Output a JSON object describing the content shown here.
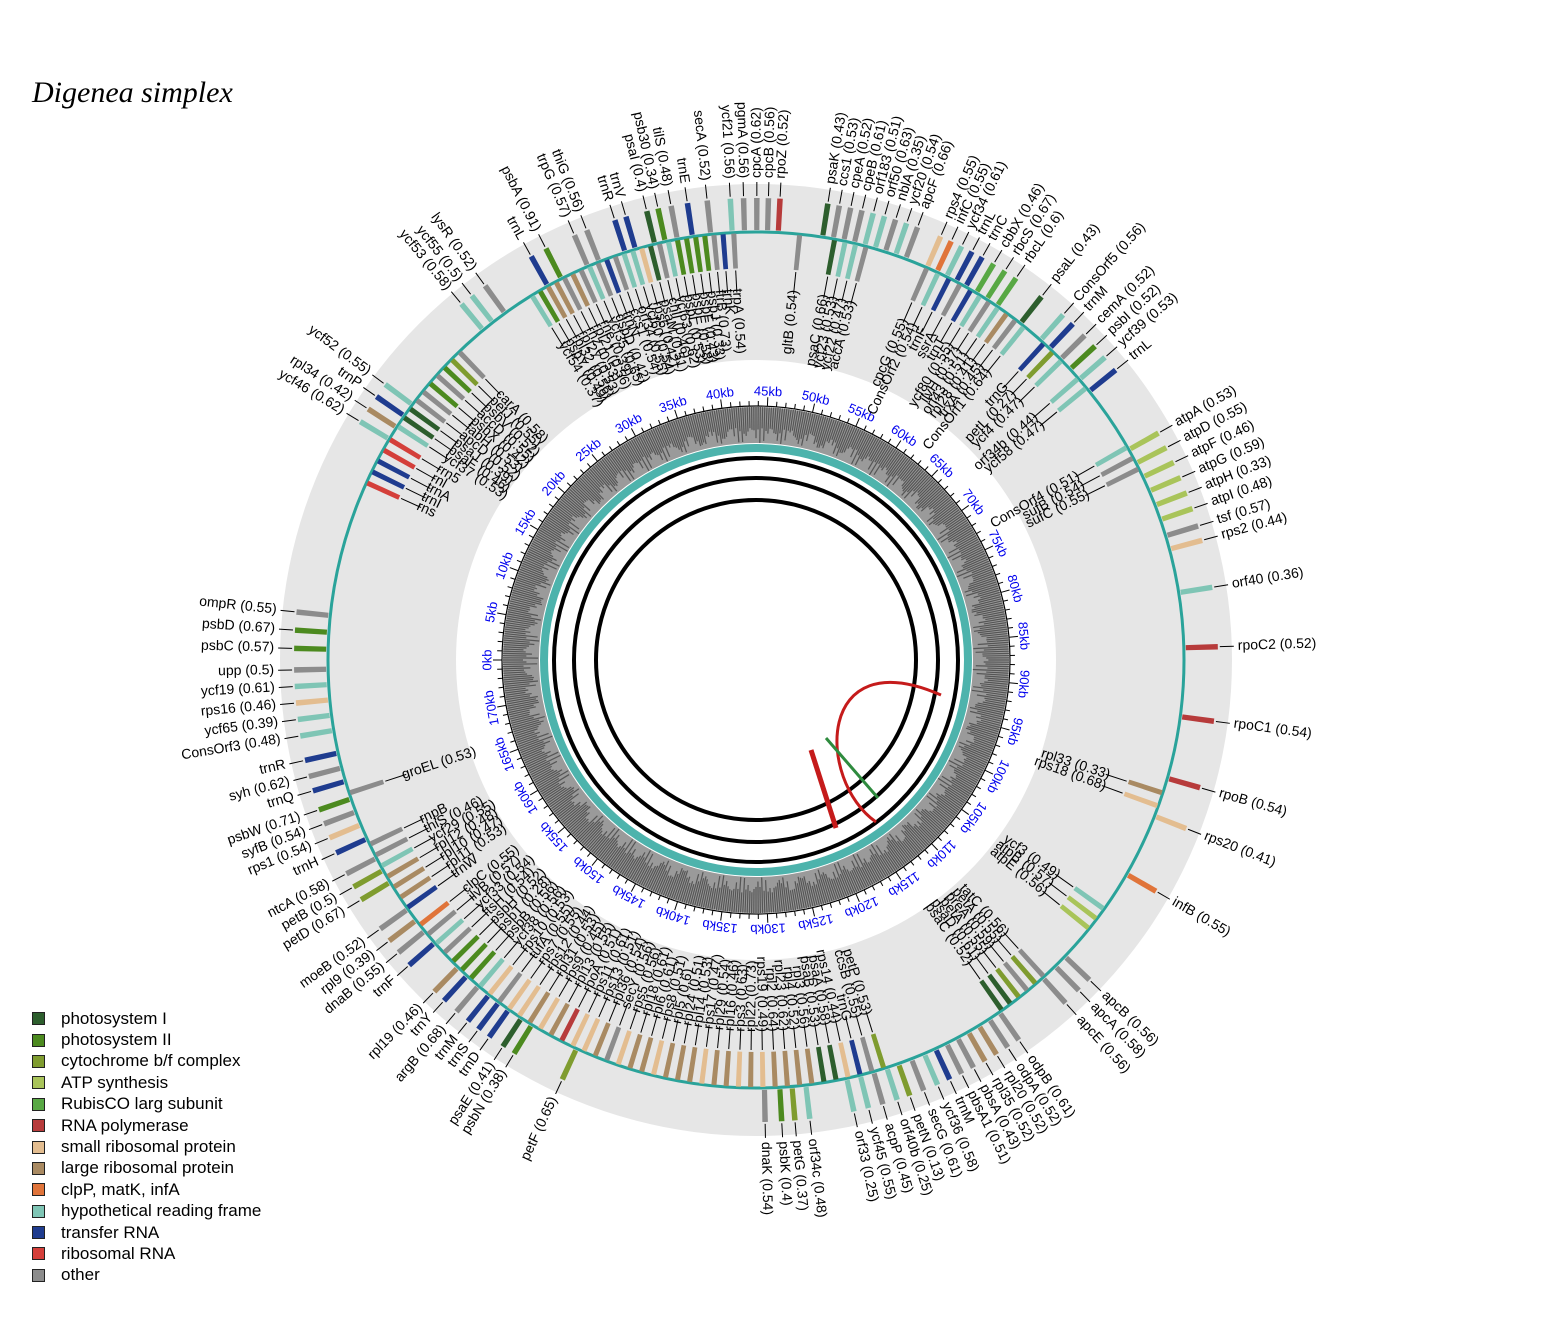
{
  "title": "Digenea simplex",
  "legend": [
    {
      "label": "photosystem I",
      "color": "#2d5e2d"
    },
    {
      "label": "photosystem II",
      "color": "#4c8a1f"
    },
    {
      "label": "cytochrome b/f complex",
      "color": "#7f9c2f"
    },
    {
      "label": "ATP synthesis",
      "color": "#a9c45a"
    },
    {
      "label": "RubisCO larg subunit",
      "color": "#58a844"
    },
    {
      "label": "RNA polymerase",
      "color": "#b73b3b"
    },
    {
      "label": "small ribosomal protein",
      "color": "#e3bd90"
    },
    {
      "label": "large ribosomal protein",
      "color": "#a98a62"
    },
    {
      "label": "clpP, matK, infA",
      "color": "#e0743a"
    },
    {
      "label": "hypothetical reading frame",
      "color": "#7fc5b5"
    },
    {
      "label": "transfer RNA",
      "color": "#1f3c8f"
    },
    {
      "label": "ribosomal RNA",
      "color": "#d43f3a"
    },
    {
      "label": "other",
      "color": "#8c8c8c"
    }
  ],
  "ticks": [
    "0kb",
    "5kb",
    "10kb",
    "15kb",
    "20kb",
    "25kb",
    "30kb",
    "35kb",
    "40kb",
    "45kb",
    "50kb",
    "55kb",
    "60kb",
    "65kb",
    "70kb",
    "75kb",
    "80kb",
    "85kb",
    "90kb",
    "95kb",
    "100kb",
    "105kb",
    "110kb",
    "115kb",
    "120kb",
    "125kb",
    "130kb",
    "135kb",
    "140kb",
    "145kb",
    "150kb",
    "155kb",
    "160kb",
    "165kb",
    "170kb"
  ],
  "genome_kb": 175,
  "outer_genes": [
    {
      "label": "rpoZ (0.52)",
      "kb": 45.2
    },
    {
      "label": "cpcB (0.56)",
      "kb": 44.5
    },
    {
      "label": "cpcA (0.62)",
      "kb": 43.8
    },
    {
      "label": "pgmA (0.56)",
      "kb": 43.0
    },
    {
      "label": "ycf21 (0.56)",
      "kb": 42.2
    },
    {
      "label": "secA (0.52)",
      "kb": 40.8
    },
    {
      "label": "trnE",
      "kb": 39.6
    },
    {
      "label": "tilS (0.48)",
      "kb": 38.6
    },
    {
      "label": "psb30 (0.34)",
      "kb": 37.8
    },
    {
      "label": "psaI (0.4)",
      "kb": 37.1
    },
    {
      "label": "trnV",
      "kb": 35.8
    },
    {
      "label": "trnR",
      "kb": 35.1
    },
    {
      "label": "thiG (0.56)",
      "kb": 33.3
    },
    {
      "label": "trpG (0.57)",
      "kb": 32.5
    },
    {
      "label": "psbA (0.91)",
      "kb": 30.6
    },
    {
      "label": "trnL",
      "kb": 29.6
    },
    {
      "label": "lysR (0.52)",
      "kb": 26.3
    },
    {
      "label": "ycf55 (0.5)",
      "kb": 25.3
    },
    {
      "label": "ycf53 (0.58)",
      "kb": 24.5
    },
    {
      "label": "ycf52 (0.55)",
      "kb": 17.8
    },
    {
      "label": "trnP",
      "kb": 16.9
    },
    {
      "label": "rpl34 (0.42)",
      "kb": 16.0
    },
    {
      "label": "ycf46 (0.62)",
      "kb": 15.1
    },
    {
      "label": "ompR (0.55)",
      "kb": 2.9
    },
    {
      "label": "psbD (0.67)",
      "kb": 1.8
    },
    {
      "label": "psbC (0.57)",
      "kb": 0.7
    },
    {
      "label": "upp (0.5)",
      "kb": 174.4
    },
    {
      "label": "ycf19 (0.61)",
      "kb": 173.4
    },
    {
      "label": "rps16 (0.46)",
      "kb": 172.4
    },
    {
      "label": "ycf65 (0.39)",
      "kb": 171.4
    },
    {
      "label": "ConsOrf3 (0.48)",
      "kb": 170.4
    },
    {
      "label": "trnR",
      "kb": 168.9
    },
    {
      "label": "syh (0.62)",
      "kb": 167.9
    },
    {
      "label": "trnQ",
      "kb": 167.0
    },
    {
      "label": "psbW (0.71)",
      "kb": 165.8
    },
    {
      "label": "syfB (0.54)",
      "kb": 164.9
    },
    {
      "label": "rps1 (0.54)",
      "kb": 164.0
    },
    {
      "label": "trnH",
      "kb": 163.0
    },
    {
      "label": "ntcA (0.58)",
      "kb": 161.6
    },
    {
      "label": "petB (0.5)",
      "kb": 160.7
    },
    {
      "label": "petD (0.67)",
      "kb": 159.8
    },
    {
      "label": "moeB (0.52)",
      "kb": 157.7
    },
    {
      "label": "rpl9 (0.39)",
      "kb": 156.8
    },
    {
      "label": "dnaB (0.55)",
      "kb": 155.9
    },
    {
      "label": "trnF",
      "kb": 154.9
    },
    {
      "label": "rpl19 (0.46)",
      "kb": 152.7
    },
    {
      "label": "trnY",
      "kb": 151.9
    },
    {
      "label": "argB (0.68)",
      "kb": 150.9
    },
    {
      "label": "trnM",
      "kb": 150.0
    },
    {
      "label": "trnS",
      "kb": 149.2
    },
    {
      "label": "trnD",
      "kb": 148.4
    },
    {
      "label": "psaE (0.41)",
      "kb": 147.4
    },
    {
      "label": "psbN (0.38)",
      "kb": 146.6
    },
    {
      "label": "petF (0.65)",
      "kb": 143.3
    },
    {
      "label": "dnaK (0.54)",
      "kb": 130.7
    },
    {
      "label": "psbK (0.4)",
      "kb": 129.7
    },
    {
      "label": "petG (0.37)",
      "kb": 128.9
    },
    {
      "label": "orf34c (0.48)",
      "kb": 128.0
    },
    {
      "label": "orf33 (0.25)",
      "kb": 125.3
    },
    {
      "label": "ycf45 (0.55)",
      "kb": 124.4
    },
    {
      "label": "acpP (0.45)",
      "kb": 123.5
    },
    {
      "label": "orf40b (0.25)",
      "kb": 122.6
    },
    {
      "label": "petN (0.13)",
      "kb": 121.8
    },
    {
      "label": "secG (0.61)",
      "kb": 120.9
    },
    {
      "label": "ycf36 (0.58)",
      "kb": 120.0
    },
    {
      "label": "trnM",
      "kb": 119.2
    },
    {
      "label": "pbsA1 (0.51)",
      "kb": 118.4
    },
    {
      "label": "pbsA (0.43)",
      "kb": 117.6
    },
    {
      "label": "rpl35 (0.52)",
      "kb": 116.8
    },
    {
      "label": "rpl20 (0.52)",
      "kb": 116.0
    },
    {
      "label": "odpA (0.52)",
      "kb": 115.2
    },
    {
      "label": "odpB (0.61)",
      "kb": 114.4
    },
    {
      "label": "apcE (0.56)",
      "kb": 110.8
    },
    {
      "label": "apcA (0.58)",
      "kb": 109.7
    },
    {
      "label": "apcB (0.56)",
      "kb": 108.8
    },
    {
      "label": "infB (0.55)",
      "kb": 102.1
    },
    {
      "label": "rps20 (0.41)",
      "kb": 97.9
    },
    {
      "label": "rpoB (0.54)",
      "kb": 95.3
    },
    {
      "label": "rpoC1 (0.54)",
      "kb": 91.2
    },
    {
      "label": "rpoC2 (0.52)",
      "kb": 86.7
    },
    {
      "label": "orf40 (0.36)",
      "kb": 83.1
    },
    {
      "label": "rps2 (0.44)",
      "kb": 80.2
    },
    {
      "label": "tsf (0.57)",
      "kb": 79.3
    },
    {
      "label": "atpI (0.48)",
      "kb": 78.2
    },
    {
      "label": "atpH (0.33)",
      "kb": 77.2
    },
    {
      "label": "atpG (0.59)",
      "kb": 76.2
    },
    {
      "label": "atpF (0.46)",
      "kb": 75.2
    },
    {
      "label": "atpD (0.55)",
      "kb": 74.2
    },
    {
      "label": "atpA (0.53)",
      "kb": 73.2
    },
    {
      "label": "trnL",
      "kb": 68.6
    },
    {
      "label": "ycf39 (0.53)",
      "kb": 67.6
    },
    {
      "label": "psbI (0.52)",
      "kb": 66.7
    },
    {
      "label": "cemA (0.52)",
      "kb": 65.8
    },
    {
      "label": "trnM",
      "kb": 64.8
    },
    {
      "label": "ConsOrf5 (0.56)",
      "kb": 64.0
    },
    {
      "label": "psaL (0.43)",
      "kb": 62.3
    },
    {
      "label": "rbcL (0.6)",
      "kb": 60.4
    },
    {
      "label": "rbcS (0.67)",
      "kb": 59.6
    },
    {
      "label": "cbbX (0.46)",
      "kb": 58.8
    },
    {
      "label": "trnC",
      "kb": 58.0
    },
    {
      "label": "trnL",
      "kb": 57.3
    },
    {
      "label": "ycf34 (0.61)",
      "kb": 56.6
    },
    {
      "label": "infC (0.55)",
      "kb": 55.9
    },
    {
      "label": "rps4 (0.55)",
      "kb": 55.2
    },
    {
      "label": "apcF (0.66)",
      "kb": 53.7
    },
    {
      "label": "ycf20 (0.54)",
      "kb": 53.0
    },
    {
      "label": "nblA (0.35)",
      "kb": 52.3
    },
    {
      "label": "orf50 (0.63)",
      "kb": 51.6
    },
    {
      "label": "orf183 (0.51)",
      "kb": 50.9
    },
    {
      "label": "cpeB (0.61)",
      "kb": 50.2
    },
    {
      "label": "cpeA (0.52)",
      "kb": 49.5
    },
    {
      "label": "ccs1 (0.53)",
      "kb": 48.8
    },
    {
      "label": "psaK (0.43)",
      "kb": 48.1
    }
  ],
  "inner_genes": [
    {
      "label": "trpA (0.54)",
      "kb": 42.3
    },
    {
      "label": "trnK",
      "kb": 41.6
    },
    {
      "label": "ftrB (0.73)",
      "kb": 41.0
    },
    {
      "label": "psbJ (0.33)",
      "kb": 40.4
    },
    {
      "label": "psbF (0.43)",
      "kb": 39.8
    },
    {
      "label": "psbE (0.58)",
      "kb": 39.2
    },
    {
      "label": "psbL (0.53)",
      "kb": 38.6
    },
    {
      "label": "ycf63 (0.62)",
      "kb": 38.0
    },
    {
      "label": "chlI (0.46)",
      "kb": 37.4
    },
    {
      "label": "psaM (0.51)",
      "kb": 36.8
    },
    {
      "label": "rps6 (0.42)",
      "kb": 36.2
    },
    {
      "label": "ycf60 (0.54)",
      "kb": 35.6
    },
    {
      "label": "orf34 (0.55)",
      "kb": 35.0
    },
    {
      "label": "ccs1 (0.54)",
      "kb": 34.4
    },
    {
      "label": "trnN",
      "kb": 33.8
    },
    {
      "label": "dsbD (0.42)",
      "kb": 33.2
    },
    {
      "label": "ycf35 (0.65)",
      "kb": 32.6
    },
    {
      "label": "rne (0.39)",
      "kb": 32.0
    },
    {
      "label": "rpl21 (0.56)",
      "kb": 31.4
    },
    {
      "label": "rnz (0.53)",
      "kb": 30.8
    },
    {
      "label": "rpl27 (0.53)",
      "kb": 30.2
    },
    {
      "label": "rpl32 (0.56)",
      "kb": 29.6
    },
    {
      "label": "psbY (0.49)",
      "kb": 29.0
    },
    {
      "label": "ycf54 (0.37)",
      "kb": 28.4
    },
    {
      "label": "carA (0.58)",
      "kb": 22.4
    },
    {
      "label": "petJ (0.55)",
      "kb": 21.7
    },
    {
      "label": "psbV (0.52)",
      "kb": 21.0
    },
    {
      "label": "accD (0.55)",
      "kb": 20.3
    },
    {
      "label": "psbX (0.42)",
      "kb": 19.6
    },
    {
      "label": "fabH (0.53)",
      "kb": 18.9
    },
    {
      "label": "apcD (0.52)",
      "kb": 18.2
    },
    {
      "label": "psaJ (0.39)",
      "kb": 17.5
    },
    {
      "label": "psaF (0.46)",
      "kb": 16.8
    },
    {
      "label": "ycf37 (0.53)",
      "kb": 16.1
    },
    {
      "label": "rrn5",
      "kb": 15.1
    },
    {
      "label": "rnl",
      "kb": 14.3
    },
    {
      "label": "trnA",
      "kb": 13.5
    },
    {
      "label": "trnI",
      "kb": 12.7
    },
    {
      "label": "rns",
      "kb": 11.9
    },
    {
      "label": "groEL (0.53)",
      "kb": 166.2
    },
    {
      "label": "rnpB",
      "kb": 162.6
    },
    {
      "label": "thiS (0.46)",
      "kb": 161.8
    },
    {
      "label": "ycf29 (0.55)",
      "kb": 161.0
    },
    {
      "label": "rpl12 (0.48)",
      "kb": 160.2
    },
    {
      "label": "rpl10 (0.47)",
      "kb": 159.4
    },
    {
      "label": "rpl11 (0.53)",
      "kb": 158.6
    },
    {
      "label": "trnW",
      "kb": 157.8
    },
    {
      "label": "clpC (0.55)",
      "kb": 156.4
    },
    {
      "label": "ilvB (0.57)",
      "kb": 155.6
    },
    {
      "label": "ycf33 (0.54)",
      "kb": 154.8
    },
    {
      "label": "ftsH (0.54)",
      "kb": 154.0
    },
    {
      "label": "psbH (0.52)",
      "kb": 153.2
    },
    {
      "label": "psbT (0.28)",
      "kb": 152.4
    },
    {
      "label": "psbB (0.56)",
      "kb": 151.6
    },
    {
      "label": "ycf38 (0.56)",
      "kb": 150.8
    },
    {
      "label": "rps10 (0.53)",
      "kb": 150.0
    },
    {
      "label": "tufA (0.55)",
      "kb": 149.2
    },
    {
      "label": "rps7 (0.55)",
      "kb": 148.4
    },
    {
      "label": "rps12 (0.44)",
      "kb": 147.6
    },
    {
      "label": "rpl31 (0.53)",
      "kb": 146.8
    },
    {
      "label": "rps9 (0.45)",
      "kb": 146.0
    },
    {
      "label": "rpl13 (0.55)",
      "kb": 145.2
    },
    {
      "label": "rpoA (0.51)",
      "kb": 144.4
    },
    {
      "label": "rps11 (0.61)",
      "kb": 143.6
    },
    {
      "label": "rps13 (0.51)",
      "kb": 142.8
    },
    {
      "label": "rpl36 (0.54)",
      "kb": 142.0
    },
    {
      "label": "secY (0.56)",
      "kb": 141.2
    },
    {
      "label": "rps5 (0.56)",
      "kb": 140.4
    },
    {
      "label": "rpl18 (0.61)",
      "kb": 139.6
    },
    {
      "label": "rpl6 (0.61)",
      "kb": 138.8
    },
    {
      "label": "rps8 (0.51)",
      "kb": 138.0
    },
    {
      "label": "rpl5 (0.6)",
      "kb": 137.2
    },
    {
      "label": "rpl24 (0.51)",
      "kb": 136.4
    },
    {
      "label": "rpl14 (0.53)",
      "kb": 135.6
    },
    {
      "label": "rps17 (0.47)",
      "kb": 134.8
    },
    {
      "label": "rpl29 (0.54)",
      "kb": 134.0
    },
    {
      "label": "rpl16 (0.46)",
      "kb": 133.2
    },
    {
      "label": "rps3 (0.63)",
      "kb": 132.4
    },
    {
      "label": "rpl22 (0.73)",
      "kb": 131.6
    },
    {
      "label": "rps19 (0.49)",
      "kb": 130.8
    },
    {
      "label": "rpl2 (0.64)",
      "kb": 130.0
    },
    {
      "label": "rpl23 (0.62)",
      "kb": 129.2
    },
    {
      "label": "rpl4 (0.52)",
      "kb": 128.4
    },
    {
      "label": "rpl3 (0.56)",
      "kb": 127.6
    },
    {
      "label": "psaB (0.53)",
      "kb": 126.8
    },
    {
      "label": "psaA (0.58)",
      "kb": 126.0
    },
    {
      "label": "rps14 (0.44)",
      "kb": 125.2
    },
    {
      "label": "trnG",
      "kb": 124.4
    },
    {
      "label": "ccsB (0.55)",
      "kb": 123.6
    },
    {
      "label": "petP (0.53)",
      "kb": 122.8
    },
    {
      "label": "psaC (0.52)",
      "kb": 114.2
    },
    {
      "label": "psaD (0.61)",
      "kb": 113.5
    },
    {
      "label": "petA (0.55)",
      "kb": 112.8
    },
    {
      "label": "preA (0.59)",
      "kb": 112.1
    },
    {
      "label": "petA (0.55)",
      "kb": 111.4
    },
    {
      "label": "tatC (0.56)",
      "kb": 110.7
    },
    {
      "label": "atpE (0.56)",
      "kb": 106.4
    },
    {
      "label": "atpB (0.57)",
      "kb": 105.6
    },
    {
      "label": "ycf3 (0.49)",
      "kb": 104.8
    },
    {
      "label": "rps18 (0.68)",
      "kb": 97.2
    },
    {
      "label": "rpl33 (0.33)",
      "kb": 96.3
    },
    {
      "label": "sufC (0.55)",
      "kb": 74.6
    },
    {
      "label": "sufB (0.54)",
      "kb": 73.8
    },
    {
      "label": "ConsOrf4 (0.51)",
      "kb": 73.0
    },
    {
      "label": "ycf58 (0.47)",
      "kb": 68.3
    },
    {
      "label": "orf34b (0.44)",
      "kb": 67.5
    },
    {
      "label": "ycf4 (0.47)",
      "kb": 65.9
    },
    {
      "label": "petL (0.27)",
      "kb": 65.1
    },
    {
      "label": "trnG",
      "kb": 64.3
    },
    {
      "label": "ConsOrf1 (0.64)",
      "kb": 62.6
    },
    {
      "label": "trxA (0.45)",
      "kb": 61.9
    },
    {
      "label": "rpl28 (0.41)",
      "kb": 61.2
    },
    {
      "label": "orf43 (0.51)",
      "kb": 60.5
    },
    {
      "label": "ilvH (0.37)",
      "kb": 59.8
    },
    {
      "label": "ycf80 (0.55)",
      "kb": 59.1
    },
    {
      "label": "trnT",
      "kb": 58.4
    },
    {
      "label": "ssrA",
      "kb": 57.6
    },
    {
      "label": "trnF",
      "kb": 56.8
    },
    {
      "label": "ConsOrf2 (0.54)",
      "kb": 56.0
    },
    {
      "label": "cpcG (0.55)",
      "kb": 55.2
    },
    {
      "label": "accA (0.53)",
      "kb": 51.0
    },
    {
      "label": "ycf22 (0.47)",
      "kb": 50.3
    },
    {
      "label": "ycf23 (0.53)",
      "kb": 49.6
    },
    {
      "label": "psaC (0.66)",
      "kb": 48.9
    },
    {
      "label": "gltB (0.54)",
      "kb": 46.6
    }
  ]
}
